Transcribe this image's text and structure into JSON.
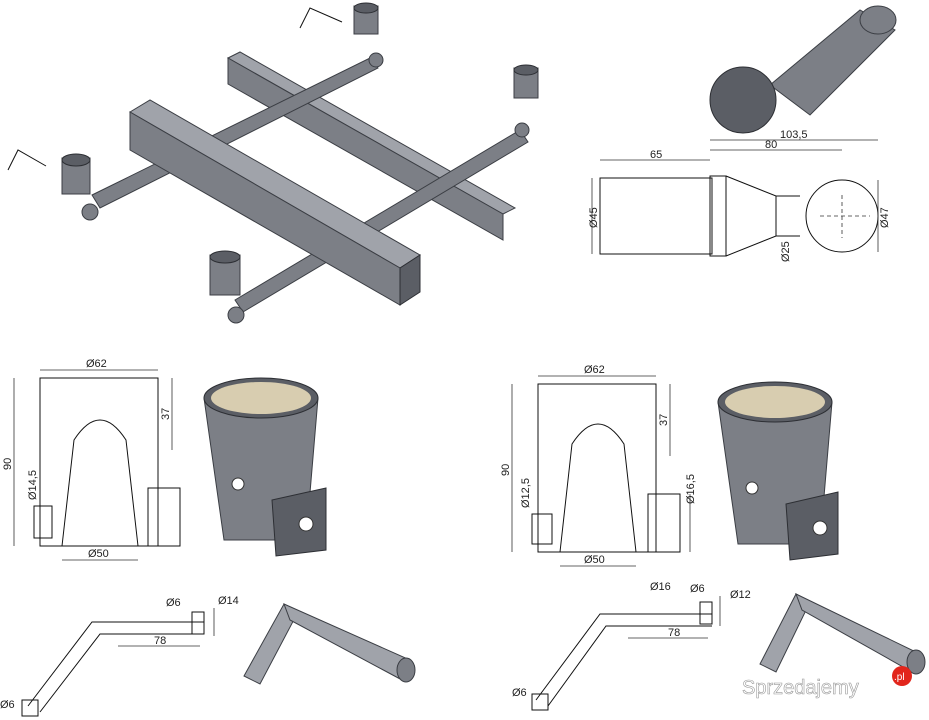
{
  "ball_drawing": {
    "d_shank": "Ø45",
    "len_65": "65",
    "len_80": "80",
    "len_103": "103,5",
    "d_neck": "Ø25",
    "d_ball": "Ø47"
  },
  "socket_left": {
    "top_d": "Ø62",
    "height": "90",
    "upper": "37",
    "hole_d": "Ø14,5",
    "base_d": "Ø50"
  },
  "socket_right": {
    "top_d": "Ø62",
    "height": "90",
    "upper": "37",
    "hole_d": "Ø12,5",
    "lug_d": "Ø16,5",
    "base_d": "Ø50"
  },
  "pin_left": {
    "d6_a": "Ø6",
    "d14": "Ø14",
    "len": "78",
    "d6_b": "Ø6"
  },
  "pin_right": {
    "d16": "Ø16",
    "d6_a": "Ø6",
    "d12": "Ø12",
    "len": "78",
    "d6_b": "Ø6"
  },
  "watermark": {
    "text": "Sprzedajemy",
    "suffix": ".pl"
  },
  "colors": {
    "metal": "#7c7f86",
    "cap": "#d8cdb0",
    "watermark_dot": "#e2261c"
  }
}
